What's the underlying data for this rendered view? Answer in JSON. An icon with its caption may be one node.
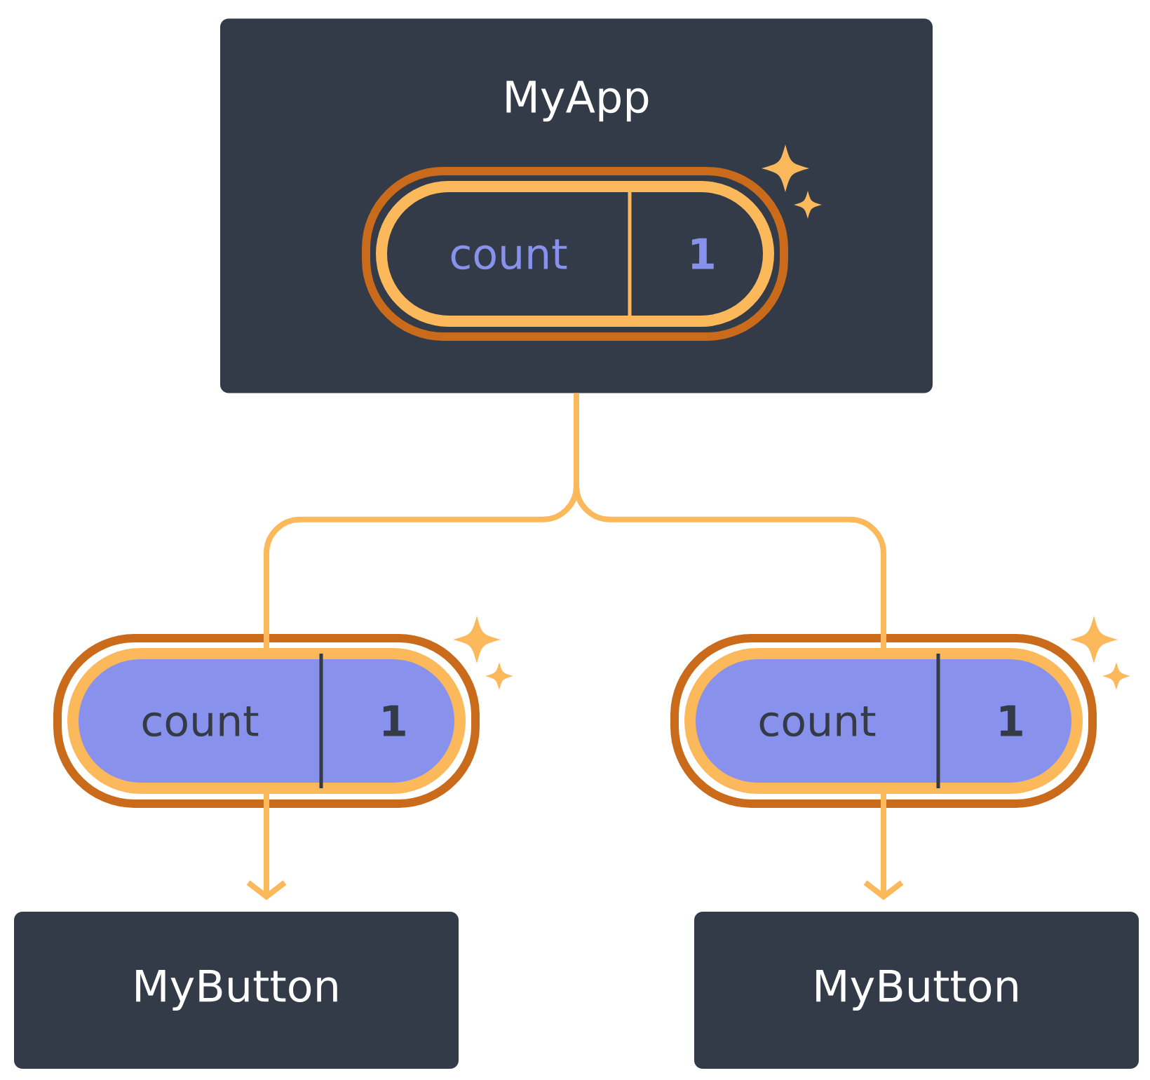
{
  "diagram": {
    "nodes": [
      {
        "text": [
          "MyApp"
        ]
      },
      {
        "text": [
          "count",
          "1"
        ],
        "in": 0
      },
      {
        "text": [
          "count",
          "1"
        ]
      },
      {
        "text": [
          "count",
          "1"
        ]
      },
      {
        "text": [
          "MyButton"
        ]
      },
      {
        "text": [
          "MyButton"
        ]
      }
    ],
    "edges": [
      {
        "from": 0,
        "to": 2,
        "arrow": "none"
      },
      {
        "from": 0,
        "to": 3,
        "arrow": "none"
      },
      {
        "from": 2,
        "to": 4,
        "arrow": "to"
      },
      {
        "from": 3,
        "to": 5,
        "arrow": "to"
      }
    ]
  }
}
